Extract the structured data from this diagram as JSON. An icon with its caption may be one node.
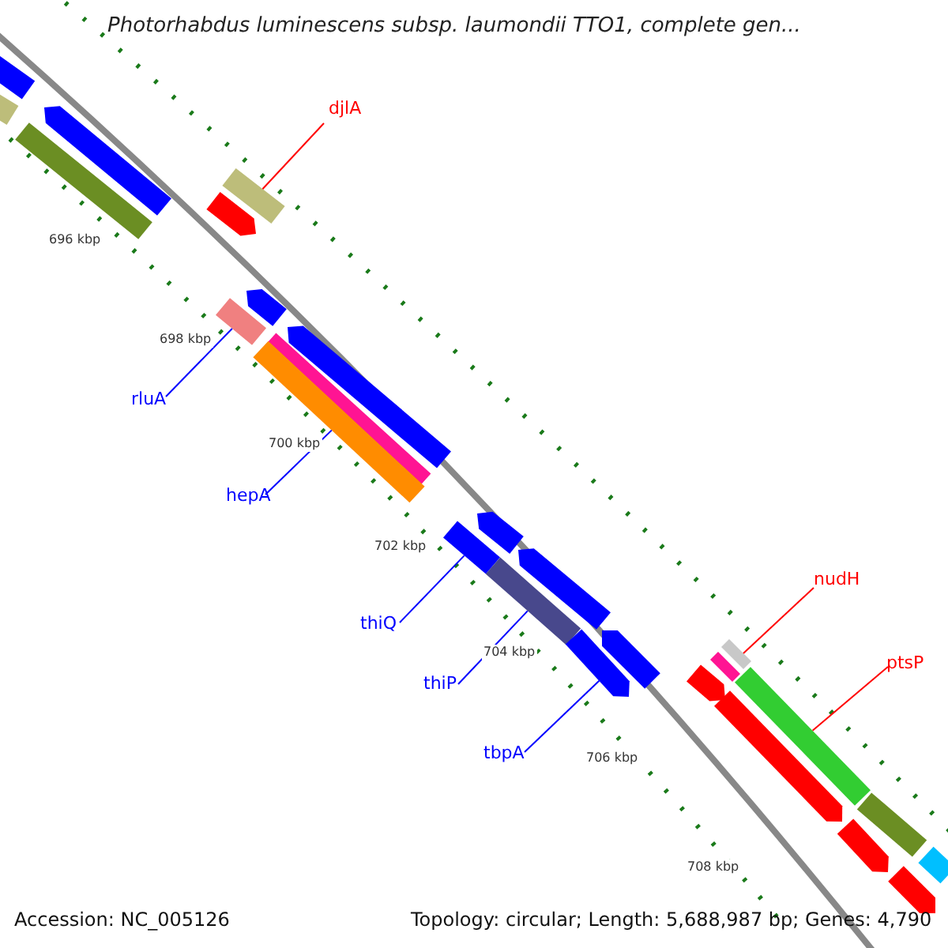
{
  "diagram": {
    "title": "Photorhabdus luminescens subsp. laumondii TTO1, complete gen...",
    "nodes": [
      {
        "text": [
          "djlA"
        ]
      },
      {
        "text": [
          "rluA"
        ]
      },
      {
        "text": [
          "hepA"
        ]
      },
      {
        "text": [
          "thiQ"
        ]
      },
      {
        "text": [
          "thiP"
        ]
      },
      {
        "text": [
          "tbpA"
        ]
      },
      {
        "text": [
          "nudH"
        ]
      },
      {
        "text": [
          "ptsP"
        ]
      },
      {
        "text": [],
        "shape": "bar"
      },
      {
        "text": [],
        "shape": "bar"
      },
      {
        "text": [],
        "shape": "bar"
      },
      {
        "text": [],
        "shape": "bar"
      },
      {
        "text": [],
        "shape": "bar"
      },
      {
        "text": [],
        "shape": "bar"
      },
      {
        "text": [],
        "shape": "bar"
      },
      {
        "text": [],
        "shape": "bar"
      },
      {
        "text": [],
        "shape": "bar"
      },
      {
        "text": [],
        "shape": "bar"
      },
      {
        "text": [],
        "shape": "bar"
      },
      {
        "text": [],
        "shape": "bar"
      },
      {
        "text": [],
        "shape": "bar"
      },
      {
        "text": [],
        "shape": "bar"
      },
      {
        "text": [],
        "shape": "bar"
      },
      {
        "text": [],
        "shape": "bar"
      },
      {
        "text": [],
        "shape": "bar"
      },
      {
        "text": [],
        "shape": "bar"
      },
      {
        "text": [],
        "shape": "bar"
      },
      {
        "text": [],
        "shape": "bar"
      },
      {
        "text": [],
        "shape": "bar"
      },
      {
        "text": [],
        "shape": "bar"
      },
      {
        "text": [],
        "shape": "bar"
      },
      {
        "text": [],
        "shape": "bar"
      },
      {
        "text": [],
        "shape": "bar"
      },
      {
        "text": [],
        "shape": "bar"
      }
    ],
    "edges": [
      {
        "from": 0,
        "to": 12,
        "arrow": "none",
        "color": "#ff0000"
      },
      {
        "from": 1,
        "to": 15,
        "arrow": "none"
      },
      {
        "from": 2,
        "to": 18,
        "arrow": "none"
      },
      {
        "from": 3,
        "to": 20,
        "arrow": "none"
      },
      {
        "from": 4,
        "to": 22,
        "arrow": "none"
      },
      {
        "from": 5,
        "to": 24,
        "arrow": "none"
      },
      {
        "from": 6,
        "to": 25,
        "arrow": "none",
        "color": "#ff0000"
      },
      {
        "from": 7,
        "to": 28,
        "arrow": "none",
        "color": "#ff0000"
      }
    ],
    "labels": [
      "696 kbp",
      "698 kbp",
      "700 kbp",
      "702 kbp",
      "704 kbp",
      "706 kbp",
      "708 kbp",
      "Accession: NC_005126",
      "Topology: circular; Length: 5,688,987 bp; Genes: 4,790"
    ]
  }
}
